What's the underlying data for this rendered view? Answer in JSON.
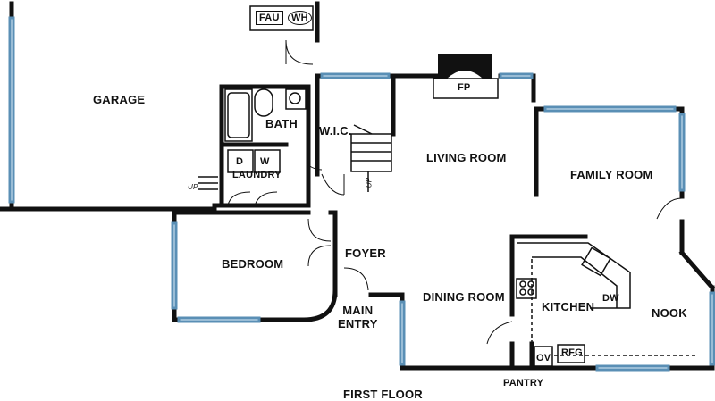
{
  "title": "FIRST FLOOR",
  "rooms": {
    "garage": "GARAGE",
    "bath": "BATH",
    "wic": "W.I.C.",
    "laundry": "LAUNDRY",
    "living_room": "LIVING ROOM",
    "family_room": "FAMILY ROOM",
    "bedroom": "BEDROOM",
    "foyer": "FOYER",
    "main_entry_line1": "MAIN",
    "main_entry_line2": "ENTRY",
    "dining_room": "DINING ROOM",
    "kitchen": "KITCHEN",
    "nook": "NOOK",
    "pantry": "PANTRY"
  },
  "fixtures": {
    "fau": "FAU",
    "wh": "WH",
    "fp": "FP",
    "washer_dryer_d": "D",
    "washer_dryer_w": "W",
    "dw": "DW",
    "ov": "OV",
    "rfg": "RFG",
    "stairs_up_1": "UP",
    "stairs_up_2": "UP"
  },
  "colors": {
    "wall": "#111111",
    "window": "#5a8fb5",
    "window_fill": "#d9ebf6"
  }
}
